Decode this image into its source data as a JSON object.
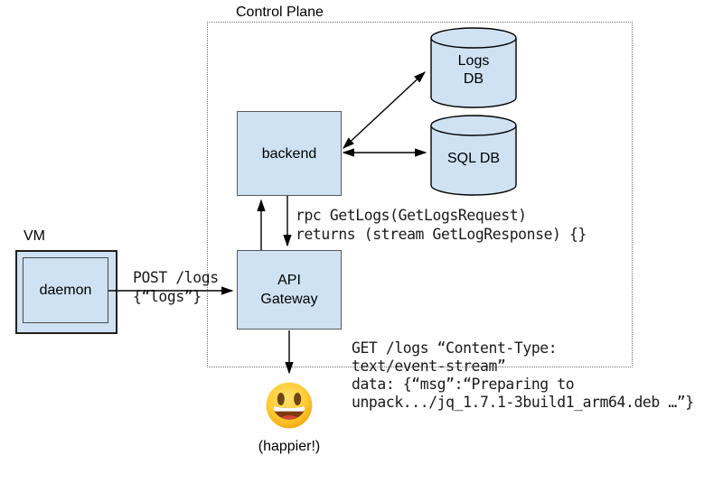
{
  "labels": {
    "control_plane": "Control Plane",
    "vm": "VM",
    "happier": "(happier!)",
    "emoji": "😃"
  },
  "nodes": {
    "daemon": "daemon",
    "backend": "backend",
    "api_gateway": "API\nGateway",
    "logs_db": "Logs\nDB",
    "sql_db": "SQL DB"
  },
  "edges": {
    "post_request": "POST /logs\n{“logs”}",
    "rpc": "rpc GetLogs(GetLogsRequest)\nreturns (stream GetLogResponse) {}",
    "get_stream": "GET /logs “Content-Type:\ntext/event-stream”\ndata: {“msg”:“Preparing to\nunpack.../jq_1.7.1-3build1_arm64.deb …”}"
  },
  "colors": {
    "node_fill": "#cfe2f3",
    "node_border": "#595959",
    "line": "#000000",
    "boundary_dotted": "#707070"
  }
}
